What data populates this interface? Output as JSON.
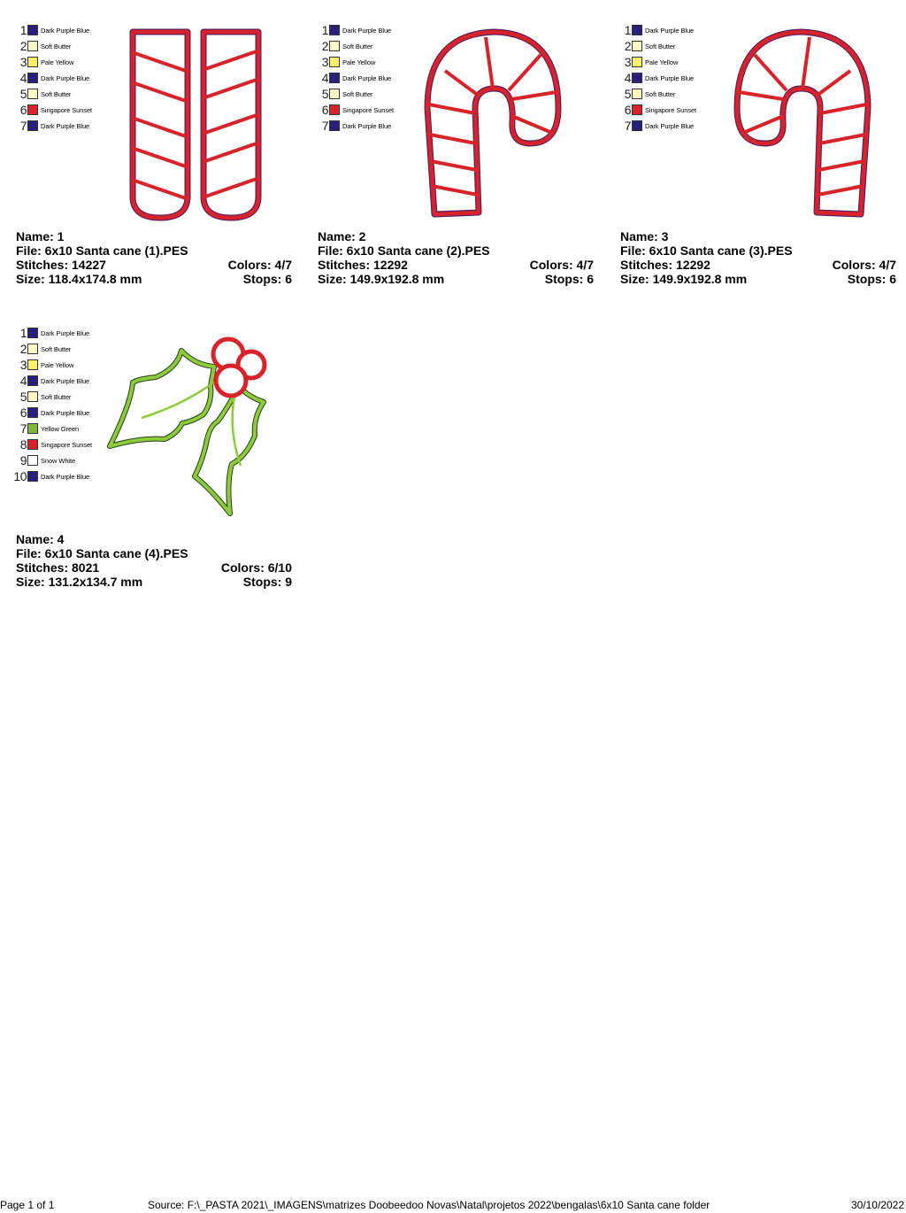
{
  "designs": [
    {
      "name_label": "Name: 1",
      "file_label": "File: 6x10 Santa cane (1).PES",
      "stitches_label": "Stitches: 14227",
      "colors_label": "Colors: 4/7",
      "size_label": "Size: 118.4x174.8 mm",
      "stops_label": "Stops: 6",
      "preview_icon": "candy-cane-stripes-icon",
      "legend": [
        {
          "num": "1",
          "label": "Dark Purple Blue",
          "color": "#2a1f7a"
        },
        {
          "num": "2",
          "label": "Soft Butter",
          "color": "#fdf8c8"
        },
        {
          "num": "3",
          "label": "Pale Yellow",
          "color": "#fbf06a"
        },
        {
          "num": "4",
          "label": "Dark Purple Blue",
          "color": "#2a1f7a"
        },
        {
          "num": "5",
          "label": "Soft Butter",
          "color": "#fdf8c8"
        },
        {
          "num": "6",
          "label": "Singapore Sunset",
          "color": "#d8232a"
        },
        {
          "num": "7",
          "label": "Dark Purple Blue",
          "color": "#2a1f7a"
        }
      ]
    },
    {
      "name_label": "Name: 2",
      "file_label": "File: 6x10 Santa cane (2).PES",
      "stitches_label": "Stitches: 12292",
      "colors_label": "Colors: 4/7",
      "size_label": "Size: 149.9x192.8 mm",
      "stops_label": "Stops: 6",
      "preview_icon": "candy-cane-right-icon",
      "legend": [
        {
          "num": "1",
          "label": "Dark Purple Blue",
          "color": "#2a1f7a"
        },
        {
          "num": "2",
          "label": "Soft Butter",
          "color": "#fdf8c8"
        },
        {
          "num": "3",
          "label": "Pale Yellow",
          "color": "#fbf06a"
        },
        {
          "num": "4",
          "label": "Dark Purple Blue",
          "color": "#2a1f7a"
        },
        {
          "num": "5",
          "label": "Soft Butter",
          "color": "#fdf8c8"
        },
        {
          "num": "6",
          "label": "Singapore Sunset",
          "color": "#d8232a"
        },
        {
          "num": "7",
          "label": "Dark Purple Blue",
          "color": "#2a1f7a"
        }
      ]
    },
    {
      "name_label": "Name: 3",
      "file_label": "File: 6x10 Santa cane (3).PES",
      "stitches_label": "Stitches: 12292",
      "colors_label": "Colors: 4/7",
      "size_label": "Size: 149.9x192.8 mm",
      "stops_label": "Stops: 6",
      "preview_icon": "candy-cane-left-icon",
      "legend": [
        {
          "num": "1",
          "label": "Dark Purple Blue",
          "color": "#2a1f7a"
        },
        {
          "num": "2",
          "label": "Soft Butter",
          "color": "#fdf8c8"
        },
        {
          "num": "3",
          "label": "Pale Yellow",
          "color": "#fbf06a"
        },
        {
          "num": "4",
          "label": "Dark Purple Blue",
          "color": "#2a1f7a"
        },
        {
          "num": "5",
          "label": "Soft Butter",
          "color": "#fdf8c8"
        },
        {
          "num": "6",
          "label": "Singapore Sunset",
          "color": "#d8232a"
        },
        {
          "num": "7",
          "label": "Dark Purple Blue",
          "color": "#2a1f7a"
        }
      ]
    },
    {
      "name_label": "Name: 4",
      "file_label": "File: 6x10 Santa cane (4).PES",
      "stitches_label": "Stitches: 8021",
      "colors_label": "Colors: 6/10",
      "size_label": "Size: 131.2x134.7 mm",
      "stops_label": "Stops: 9",
      "preview_icon": "holly-berries-icon",
      "legend": [
        {
          "num": "1",
          "label": "Dark Purple Blue",
          "color": "#2a1f7a"
        },
        {
          "num": "2",
          "label": "Soft Butter",
          "color": "#fdf8c8"
        },
        {
          "num": "3",
          "label": "Pale Yellow",
          "color": "#fbf06a"
        },
        {
          "num": "4",
          "label": "Dark Purple Blue",
          "color": "#2a1f7a"
        },
        {
          "num": "5",
          "label": "Soft Butter",
          "color": "#fdf8c8"
        },
        {
          "num": "6",
          "label": "Dark Purple Blue",
          "color": "#2a1f7a"
        },
        {
          "num": "7",
          "label": "Yellow Green",
          "color": "#7fb83a"
        },
        {
          "num": "8",
          "label": "Singapore Sunset",
          "color": "#d8232a"
        },
        {
          "num": "9",
          "label": "Snow White",
          "color": "#ffffff"
        },
        {
          "num": "10",
          "label": "Dark Purple Blue",
          "color": "#2a1f7a"
        }
      ]
    }
  ],
  "footer": {
    "page_label": "Page 1 of 1",
    "source_label": "Source: F:\\_PASTA 2021\\_IMAGENS\\matrizes Doobeedoo Novas\\Natal\\projetos 2022\\bengalas\\6x10 Santa cane folder",
    "date_label": "30/10/2022"
  },
  "colors": {
    "cane_red": "#d8232a",
    "cane_outline": "#5a2060",
    "holly_green": "#8ccc3a",
    "holly_outline": "#2a3a1a"
  }
}
